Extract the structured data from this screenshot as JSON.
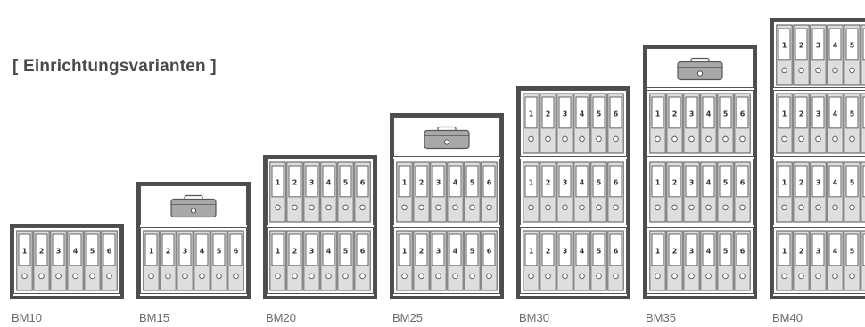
{
  "heading": "[ Einrichtungsvarianten ]",
  "colors": {
    "frame": "#4d4d4d",
    "binder_fill": "#dedede",
    "binder_stroke": "#555555",
    "cashbox_fill": "#a8a8a8",
    "text": "#4a4a4a",
    "label": "#6a6a6a"
  },
  "binder_numbers": [
    "1",
    "2",
    "3",
    "4",
    "5",
    "6"
  ],
  "cabinets": [
    {
      "label": "BM10",
      "has_cash_box": false,
      "binder_rows": 1
    },
    {
      "label": "BM15",
      "has_cash_box": true,
      "binder_rows": 1
    },
    {
      "label": "BM20",
      "has_cash_box": false,
      "binder_rows": 2
    },
    {
      "label": "BM25",
      "has_cash_box": true,
      "binder_rows": 2
    },
    {
      "label": "BM30",
      "has_cash_box": false,
      "binder_rows": 3
    },
    {
      "label": "BM35",
      "has_cash_box": true,
      "binder_rows": 3
    },
    {
      "label": "BM40",
      "has_cash_box": false,
      "binder_rows": 4
    }
  ]
}
